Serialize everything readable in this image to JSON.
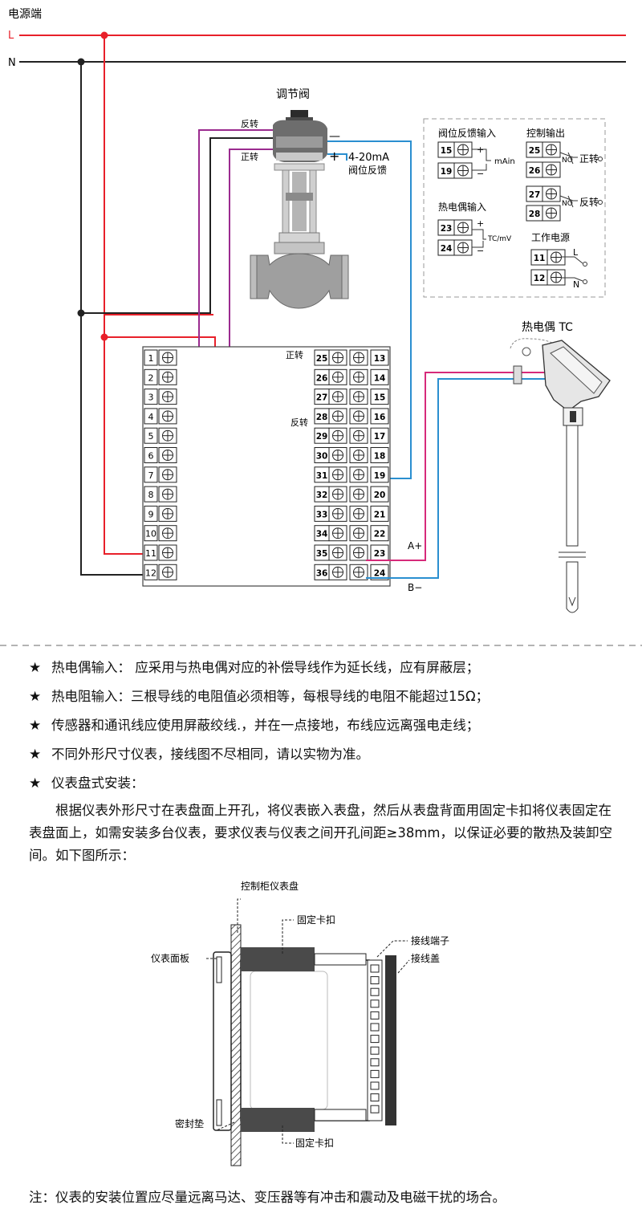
{
  "wiring": {
    "power_label": "电源端",
    "line_L": "L",
    "line_N": "N",
    "valve_title": "调节阀",
    "valve_reverse": "反转",
    "valve_forward": "正转",
    "valve_minus": "—",
    "valve_plus": "+",
    "valve_signal": "4-20mA",
    "valve_feedback": "阀位反馈",
    "left_terminals": [
      "1",
      "2",
      "3",
      "4",
      "5",
      "6",
      "7",
      "8",
      "9",
      "10",
      "11",
      "12"
    ],
    "mid_terminals": [
      "25",
      "26",
      "27",
      "28",
      "29",
      "30",
      "31",
      "32",
      "33",
      "34",
      "35",
      "36"
    ],
    "right_terminals": [
      "13",
      "14",
      "15",
      "16",
      "17",
      "18",
      "19",
      "20",
      "21",
      "22",
      "23",
      "24"
    ],
    "block_forward": "正转",
    "block_reverse": "反转",
    "a_plus": "A+",
    "b_minus": "B−",
    "tc_title": "热电偶 TC",
    "colors": {
      "L": "#e8202a",
      "N": "#222222",
      "purple": "#9b2b8f",
      "blue": "#2a8fd0",
      "magenta": "#d62a7a"
    }
  },
  "legend": {
    "feedback_title": "阀位反馈输入",
    "feedback_terms": [
      "15",
      "19"
    ],
    "feedback_unit": "mAin",
    "feedback_plus": "+",
    "feedback_minus": "−",
    "tc_title": "热电偶输入",
    "tc_terms": [
      "23",
      "24"
    ],
    "tc_unit": "TC/mV",
    "tc_plus": "+",
    "tc_minus": "−",
    "ctrl_title": "控制输出",
    "ctrl_terms": [
      "25",
      "26",
      "27",
      "28"
    ],
    "ctrl_no": "NO",
    "ctrl_fwd": "正转",
    "ctrl_rev": "反转",
    "power_title": "工作电源",
    "power_terms": [
      "11",
      "12"
    ],
    "power_L": "L",
    "power_N": "N"
  },
  "notes": [
    "热电偶输入： 应采用与热电偶对应的补偿导线作为延长线，应有屏蔽层；",
    "热电阻输入：三根导线的电阻值必须相等，每根导线的电阻不能超过15Ω；",
    "传感器和通讯线应使用屏蔽绞线.，并在一点接地，布线应远离强电走线；",
    "不同外形尺寸仪表，接线图不尽相同，请以实物为准。",
    "仪表盘式安装："
  ],
  "note_star": "★",
  "install_paragraph": "根据仪表外形尺寸在表盘面上开孔，将仪表嵌入表盘，然后从表盘背面用固定卡扣将仪表固定在表盘面上，如需安装多台仪表，要求仪表与仪表之间开孔间距≥38mm，以保证必要的散热及装卸空间。如下图所示：",
  "mount": {
    "panel_label": "控制柜仪表盘",
    "clip_top": "固定卡扣",
    "terminal_label": "接线端子",
    "cover_label": "接线盖",
    "face_label": "仪表面板",
    "seal_label": "密封垫",
    "clip_bottom": "固定卡扣"
  },
  "final_note": "注：仪表的安装位置应尽量远离马达、变压器等有冲击和震动及电磁干扰的场合。"
}
